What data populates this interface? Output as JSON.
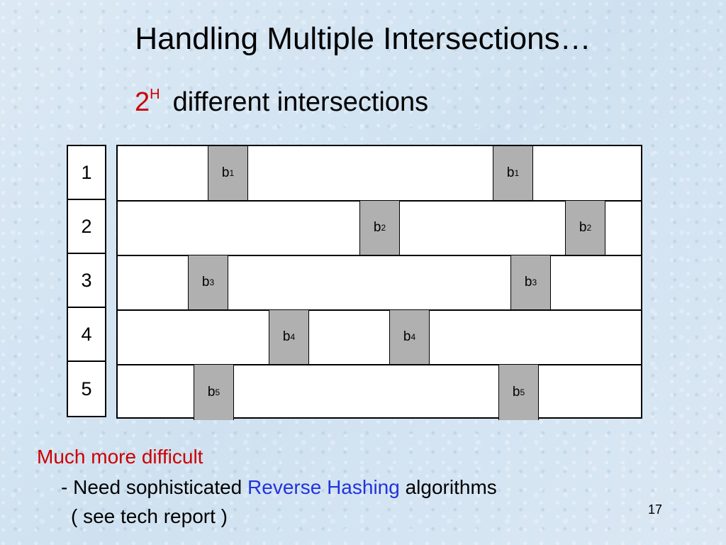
{
  "slide": {
    "title": "Handling Multiple Intersections…",
    "subtitle_base": "2",
    "subtitle_exponent": "H",
    "subtitle_text": "different intersections",
    "page_number": "17"
  },
  "row_labels": [
    "1",
    "2",
    "3",
    "4",
    "5"
  ],
  "bucket_letter": "b",
  "rows": [
    {
      "index": "1",
      "count": 2
    },
    {
      "index": "2",
      "count": 2
    },
    {
      "index": "3",
      "count": 2
    },
    {
      "index": "4",
      "count": 2
    },
    {
      "index": "5",
      "count": 2
    }
  ],
  "notes": {
    "heading": "Much more difficult",
    "line2_prefix": "- Need sophisticated ",
    "line2_highlight": "Reverse Hashing",
    "line2_suffix": " algorithms",
    "line3": "( see tech report )"
  },
  "colors": {
    "accent_red": "#cc0000",
    "accent_blue": "#2233dd",
    "bucket_fill": "#b0b0b0"
  }
}
